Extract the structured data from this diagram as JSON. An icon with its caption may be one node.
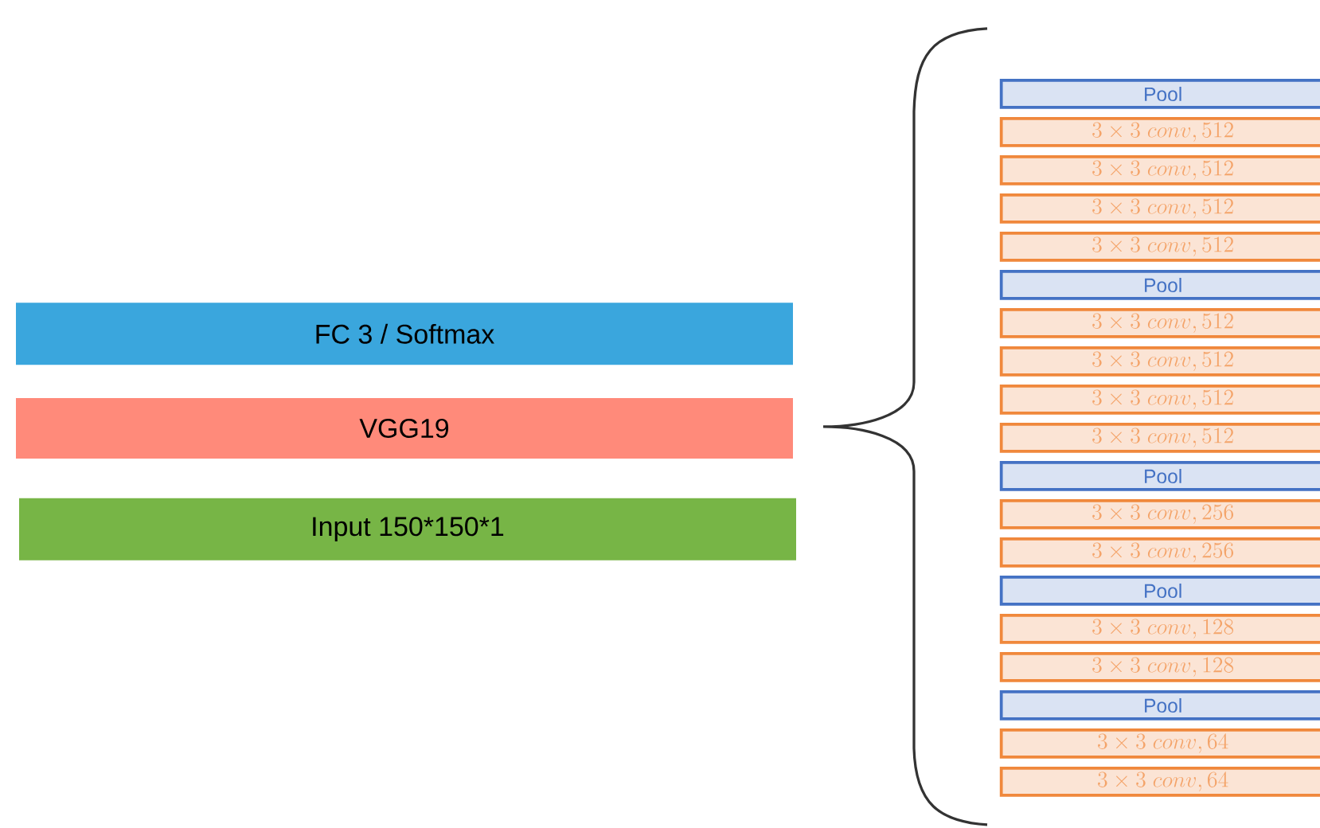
{
  "diagram": {
    "nodes": [
      {
        "text": [
          "FC 3 / Softmax"
        ]
      },
      {
        "text": [
          "VGG19"
        ]
      },
      {
        "text": [
          "Input 150*150*1"
        ]
      },
      {
        "text": [
          "Pool"
        ]
      },
      {
        "text": [
          "3\\times 3\\ conv, 512"
        ]
      },
      {
        "text": [
          "3\\times 3\\ conv, 512"
        ]
      },
      {
        "text": [
          "3\\times 3\\ conv, 512"
        ]
      },
      {
        "text": [
          "3\\times 3\\ conv, 512"
        ]
      },
      {
        "text": [
          "Pool"
        ]
      },
      {
        "text": [
          "3\\times 3\\ conv, 512"
        ]
      },
      {
        "text": [
          "3\\times 3\\ conv, 512"
        ]
      },
      {
        "text": [
          "3\\times 3\\ conv, 512"
        ]
      },
      {
        "text": [
          "3\\times 3\\ conv, 512"
        ]
      },
      {
        "text": [
          "Pool"
        ]
      },
      {
        "text": [
          "3\\times 3\\ conv, 256"
        ]
      },
      {
        "text": [
          "3\\times 3\\ conv, 256"
        ]
      },
      {
        "text": [
          "Pool"
        ]
      },
      {
        "text": [
          "3\\times 3\\ conv, 128"
        ]
      },
      {
        "text": [
          "3\\times 3\\ conv, 128"
        ]
      },
      {
        "text": [
          "Pool"
        ]
      },
      {
        "text": [
          "3\\times 3\\ conv, 64"
        ]
      },
      {
        "text": [
          "3\\times 3\\ conv, 64"
        ]
      }
    ]
  }
}
